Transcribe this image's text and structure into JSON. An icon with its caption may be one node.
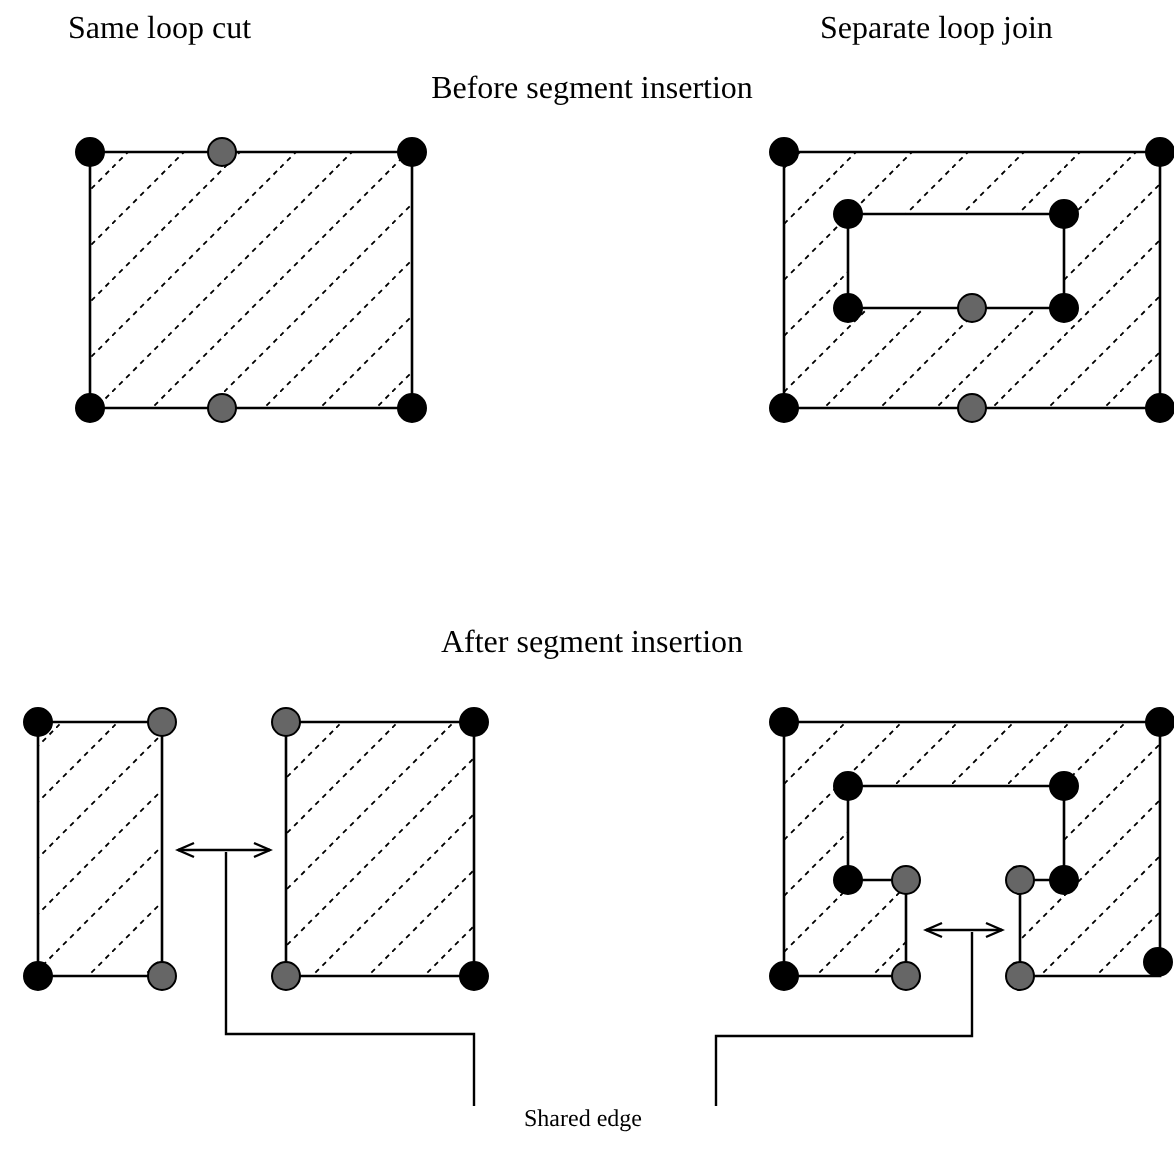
{
  "diagram": {
    "nodes": [
      {
        "text": [
          "Shared edge"
        ]
      },
      {
        "text": [],
        "shape": "arrow"
      },
      {
        "text": [],
        "shape": "arrow"
      }
    ],
    "edges": [
      {
        "from": 0,
        "to": 1,
        "arrow": "none"
      },
      {
        "from": 0,
        "to": 2,
        "arrow": "none"
      }
    ],
    "labels": [
      "Same loop cut",
      "Separate loop join",
      "Before segment insertion",
      "After segment insertion"
    ]
  }
}
